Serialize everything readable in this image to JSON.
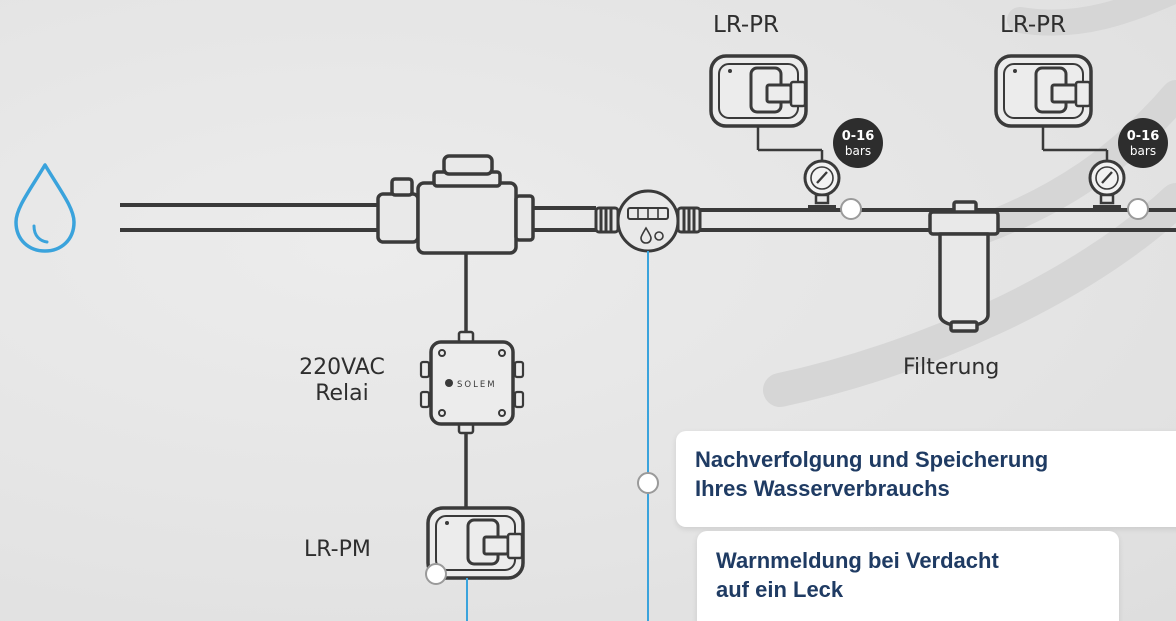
{
  "labels": {
    "controller_top_1": "LR-PR",
    "controller_top_2": "LR-PR",
    "pressure_badge_1": {
      "line1": "0-16",
      "line2": "bars"
    },
    "pressure_badge_2": {
      "line1": "0-16",
      "line2": "bars"
    },
    "relay_line1": "220VAC",
    "relay_line2": "Relai",
    "relay_brand": "SOLEM",
    "controller_bottom": "LR-PM",
    "filter": "Filterung"
  },
  "cards": {
    "tracking": {
      "line1": "Nachverfolgung und Speicherung",
      "line2": "Ihres Wasserverbrauchs"
    },
    "leak_alert": {
      "line1": "Warnmeldung bei Verdacht",
      "line2": "auf ein Leck"
    }
  },
  "colors": {
    "line": "#3a3a3a",
    "water_drop": "#3aa3dc",
    "signal_line": "#3aa3dc",
    "badge": "#2d2d2d",
    "card_text": "#1f3b63"
  },
  "icons": [
    "water-drop-icon",
    "valve-icon",
    "water-meter-icon",
    "pressure-gauge-icon",
    "controller-icon",
    "relay-box-icon",
    "filter-icon"
  ]
}
